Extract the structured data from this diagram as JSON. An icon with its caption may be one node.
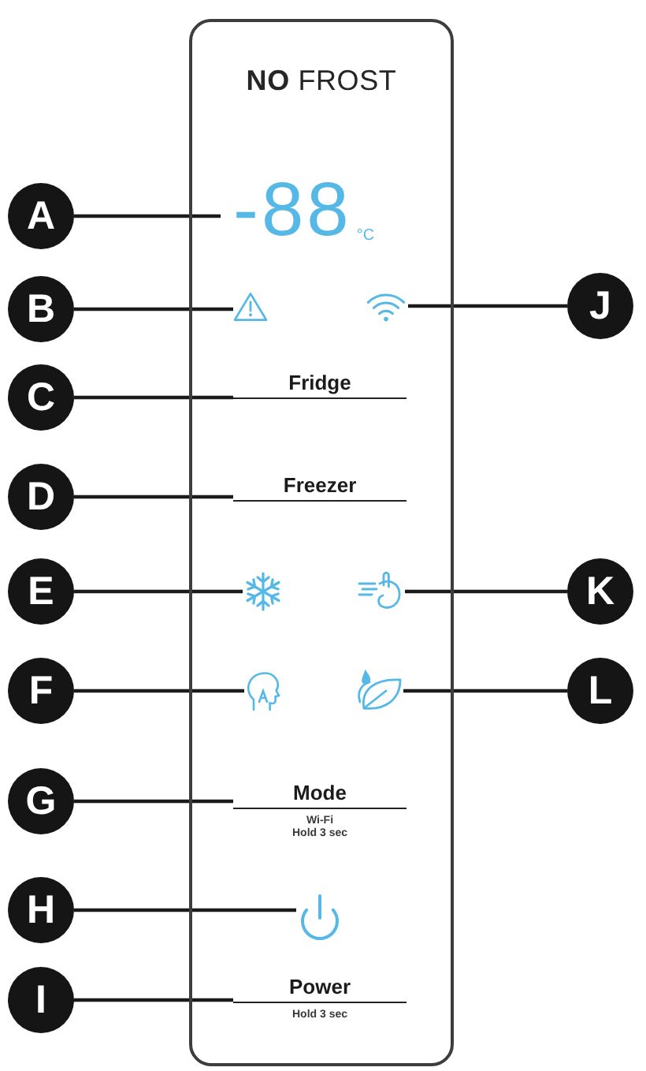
{
  "diagram": {
    "nodes": [
      {
        "text": [
          "**NO** FROST"
        ]
      },
      {
        "text": [
          "A"
        ]
      },
      {
        "text": [
          "-88",
          "°C"
        ],
        "in": 0
      },
      {
        "text": [
          "B"
        ]
      },
      {
        "text": [],
        "shape": "icon",
        "in": 0
      },
      {
        "text": [],
        "shape": "icon",
        "in": 0
      },
      {
        "text": [
          "J"
        ]
      },
      {
        "text": [
          "C"
        ]
      },
      {
        "text": [
          "Fridge"
        ],
        "in": 0
      },
      {
        "text": [
          "D"
        ]
      },
      {
        "text": [
          "Freezer"
        ],
        "in": 0
      },
      {
        "text": [
          "E"
        ]
      },
      {
        "text": [],
        "shape": "icon",
        "in": 0
      },
      {
        "text": [],
        "shape": "icon",
        "in": 0
      },
      {
        "text": [
          "K"
        ]
      },
      {
        "text": [
          "F"
        ]
      },
      {
        "text": [],
        "shape": "icon",
        "in": 0
      },
      {
        "text": [],
        "shape": "icon",
        "in": 0
      },
      {
        "text": [
          "L"
        ]
      },
      {
        "text": [
          "G"
        ]
      },
      {
        "text": [
          "Mode",
          "Wi-Fi",
          "Hold 3 sec"
        ],
        "in": 0
      },
      {
        "text": [
          "H"
        ]
      },
      {
        "text": [],
        "shape": "icon",
        "in": 0
      },
      {
        "text": [
          "I"
        ]
      },
      {
        "text": [
          "Power",
          "Hold 3 sec"
        ],
        "in": 0
      }
    ],
    "edges": [
      {
        "from": 1,
        "to": 2,
        "arrow": "none"
      },
      {
        "from": 3,
        "to": 4,
        "arrow": "none"
      },
      {
        "from": 6,
        "to": 5,
        "arrow": "none"
      },
      {
        "from": 7,
        "to": 8,
        "arrow": "none"
      },
      {
        "from": 9,
        "to": 10,
        "arrow": "none"
      },
      {
        "from": 11,
        "to": 12,
        "arrow": "none"
      },
      {
        "from": 14,
        "to": 13,
        "arrow": "none"
      },
      {
        "from": 15,
        "to": 16,
        "arrow": "none"
      },
      {
        "from": 18,
        "to": 17,
        "arrow": "none"
      },
      {
        "from": 19,
        "to": 20,
        "arrow": "none"
      },
      {
        "from": 21,
        "to": 22,
        "arrow": "none"
      },
      {
        "from": 23,
        "to": 24,
        "arrow": "none"
      }
    ]
  }
}
